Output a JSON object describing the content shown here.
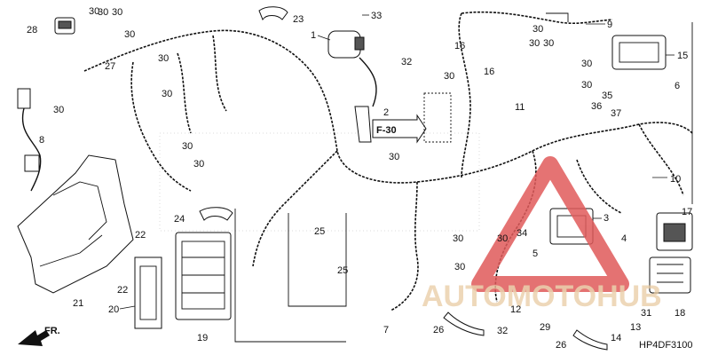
{
  "diagram": {
    "diagram_code": "HP4DF3100",
    "reference": "F-30",
    "front_marker": "FR.",
    "watermark": "AUTOMOTOHUB",
    "callouts": [
      "1",
      "2",
      "3",
      "4",
      "5",
      "6",
      "7",
      "8",
      "9",
      "10",
      "11",
      "12",
      "13",
      "14",
      "15",
      "16",
      "16",
      "17",
      "18",
      "19",
      "20",
      "21",
      "22",
      "22",
      "23",
      "24",
      "25",
      "25",
      "26",
      "26",
      "27",
      "28",
      "29",
      "30",
      "30",
      "30",
      "30",
      "30",
      "30",
      "30",
      "30",
      "30",
      "30",
      "30",
      "30",
      "30",
      "30",
      "30",
      "30",
      "30",
      "30",
      "30",
      "31",
      "32",
      "32",
      "33",
      "34",
      "35",
      "36",
      "37"
    ]
  },
  "colors": {
    "line": "#111111",
    "watermark": "#e05a5a",
    "watermark_text": "#e8c9a0"
  }
}
